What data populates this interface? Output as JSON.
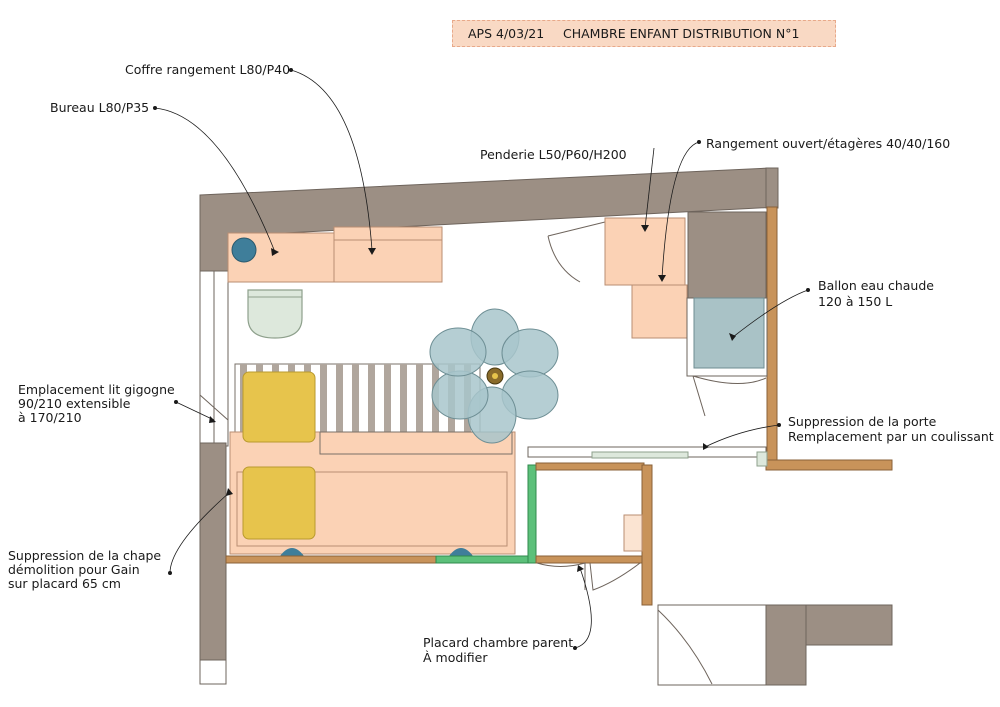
{
  "title": {
    "date": "APS 4/03/21",
    "text": "CHAMBRE ENFANT DISTRIBUTION  N°1"
  },
  "annotations": {
    "coffre": "Coffre rangement L80/P40",
    "bureau": "Bureau L80/P35",
    "penderie": "Penderie L50/P60/H200",
    "rangement": "Rangement ouvert/étagères 40/40/160",
    "ballon": [
      "Ballon eau chaude",
      "120 à 150 L"
    ],
    "lit": [
      "Emplacement lit gigogne",
      "90/210 extensible",
      "à 170/210"
    ],
    "porte": [
      "Suppression de la porte",
      "Remplacement par un coulissant"
    ],
    "chape": [
      "Suppression de la chape",
      "démolition pour  Gain",
      "sur placard 65 cm"
    ],
    "placard": [
      "Placard chambre parent",
      "À modifier"
    ]
  },
  "colors": {
    "wall": "#9c8f84",
    "furniture": "#fbd2b5",
    "green_partition": "#5cc07a",
    "wood_trim": "#c8935a",
    "tank": "#a9c2c6",
    "pillow": "#e7c44c",
    "lamp": "#a8c6cb",
    "knob": "#3f7e9a"
  }
}
